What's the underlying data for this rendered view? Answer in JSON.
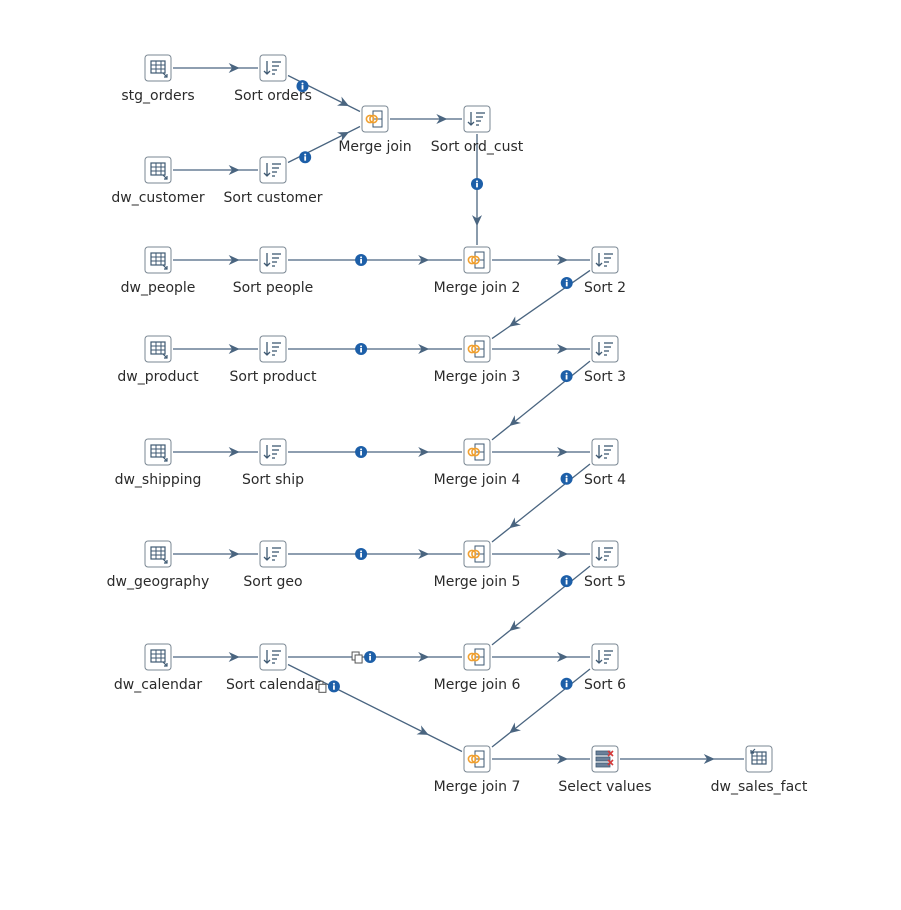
{
  "diagram": {
    "steps": [
      {
        "id": "stg_orders",
        "label": "stg_orders",
        "icon": "table-input-icon"
      },
      {
        "id": "sort_orders",
        "label": "Sort orders",
        "icon": "sort-rows-icon"
      },
      {
        "id": "merge_join",
        "label": "Merge join",
        "icon": "merge-join-icon"
      },
      {
        "id": "sort_ord_cust",
        "label": "Sort ord_cust",
        "icon": "sort-rows-icon"
      },
      {
        "id": "dw_customer",
        "label": "dw_customer",
        "icon": "table-input-icon"
      },
      {
        "id": "sort_customer",
        "label": "Sort customer",
        "icon": "sort-rows-icon"
      },
      {
        "id": "dw_people",
        "label": "dw_people",
        "icon": "table-input-icon"
      },
      {
        "id": "sort_people",
        "label": "Sort people",
        "icon": "sort-rows-icon"
      },
      {
        "id": "merge_join_2",
        "label": "Merge join 2",
        "icon": "merge-join-icon"
      },
      {
        "id": "sort_2",
        "label": "Sort 2",
        "icon": "sort-rows-icon"
      },
      {
        "id": "dw_product",
        "label": "dw_product",
        "icon": "table-input-icon"
      },
      {
        "id": "sort_product",
        "label": "Sort product",
        "icon": "sort-rows-icon"
      },
      {
        "id": "merge_join_3",
        "label": "Merge join 3",
        "icon": "merge-join-icon"
      },
      {
        "id": "sort_3",
        "label": "Sort 3",
        "icon": "sort-rows-icon"
      },
      {
        "id": "dw_shipping",
        "label": "dw_shipping",
        "icon": "table-input-icon"
      },
      {
        "id": "sort_ship",
        "label": "Sort ship",
        "icon": "sort-rows-icon"
      },
      {
        "id": "merge_join_4",
        "label": "Merge join 4",
        "icon": "merge-join-icon"
      },
      {
        "id": "sort_4",
        "label": "Sort 4",
        "icon": "sort-rows-icon"
      },
      {
        "id": "dw_geography",
        "label": "dw_geography",
        "icon": "table-input-icon"
      },
      {
        "id": "sort_geo",
        "label": "Sort geo",
        "icon": "sort-rows-icon"
      },
      {
        "id": "merge_join_5",
        "label": "Merge join 5",
        "icon": "merge-join-icon"
      },
      {
        "id": "sort_5",
        "label": "Sort 5",
        "icon": "sort-rows-icon"
      },
      {
        "id": "dw_calendar",
        "label": "dw_calendar",
        "icon": "table-input-icon"
      },
      {
        "id": "sort_calendar",
        "label": "Sort calendar",
        "icon": "sort-rows-icon"
      },
      {
        "id": "merge_join_6",
        "label": "Merge join 6",
        "icon": "merge-join-icon"
      },
      {
        "id": "sort_6",
        "label": "Sort 6",
        "icon": "sort-rows-icon"
      },
      {
        "id": "merge_join_7",
        "label": "Merge join 7",
        "icon": "merge-join-icon"
      },
      {
        "id": "select_values",
        "label": "Select values",
        "icon": "select-values-icon"
      },
      {
        "id": "dw_sales_fact",
        "label": "dw_sales_fact",
        "icon": "table-output-icon"
      }
    ],
    "hops": [
      {
        "from": "stg_orders",
        "to": "sort_orders",
        "badge": "none"
      },
      {
        "from": "sort_orders",
        "to": "merge_join",
        "badge": "info"
      },
      {
        "from": "dw_customer",
        "to": "sort_customer",
        "badge": "none"
      },
      {
        "from": "sort_customer",
        "to": "merge_join",
        "badge": "info"
      },
      {
        "from": "merge_join",
        "to": "sort_ord_cust",
        "badge": "none"
      },
      {
        "from": "sort_ord_cust",
        "to": "merge_join_2",
        "badge": "info"
      },
      {
        "from": "dw_people",
        "to": "sort_people",
        "badge": "none"
      },
      {
        "from": "sort_people",
        "to": "merge_join_2",
        "badge": "info"
      },
      {
        "from": "merge_join_2",
        "to": "sort_2",
        "badge": "none"
      },
      {
        "from": "sort_2",
        "to": "merge_join_3",
        "badge": "info"
      },
      {
        "from": "dw_product",
        "to": "sort_product",
        "badge": "none"
      },
      {
        "from": "sort_product",
        "to": "merge_join_3",
        "badge": "info"
      },
      {
        "from": "merge_join_3",
        "to": "sort_3",
        "badge": "none"
      },
      {
        "from": "sort_3",
        "to": "merge_join_4",
        "badge": "info"
      },
      {
        "from": "dw_shipping",
        "to": "sort_ship",
        "badge": "none"
      },
      {
        "from": "sort_ship",
        "to": "merge_join_4",
        "badge": "info"
      },
      {
        "from": "merge_join_4",
        "to": "sort_4",
        "badge": "none"
      },
      {
        "from": "sort_4",
        "to": "merge_join_5",
        "badge": "info"
      },
      {
        "from": "dw_geography",
        "to": "sort_geo",
        "badge": "none"
      },
      {
        "from": "sort_geo",
        "to": "merge_join_5",
        "badge": "info"
      },
      {
        "from": "merge_join_5",
        "to": "sort_5",
        "badge": "none"
      },
      {
        "from": "sort_5",
        "to": "merge_join_6",
        "badge": "info"
      },
      {
        "from": "dw_calendar",
        "to": "sort_calendar",
        "badge": "none"
      },
      {
        "from": "sort_calendar",
        "to": "merge_join_6",
        "badge": "copy-info"
      },
      {
        "from": "sort_calendar",
        "to": "merge_join_7",
        "badge": "copy-info"
      },
      {
        "from": "merge_join_6",
        "to": "sort_6",
        "badge": "none"
      },
      {
        "from": "sort_6",
        "to": "merge_join_7",
        "badge": "info"
      },
      {
        "from": "merge_join_7",
        "to": "select_values",
        "badge": "none"
      },
      {
        "from": "select_values",
        "to": "dw_sales_fact",
        "badge": "none"
      }
    ],
    "colors": {
      "hop": "#4a6580",
      "icon_border": "#7a8793",
      "icon_glyph": "#3f5a73",
      "info_badge": "#1d5fa8",
      "merge_accent": "#f0a030",
      "delete_mark": "#d43a3a",
      "label_text": "#2b2b2b"
    }
  }
}
